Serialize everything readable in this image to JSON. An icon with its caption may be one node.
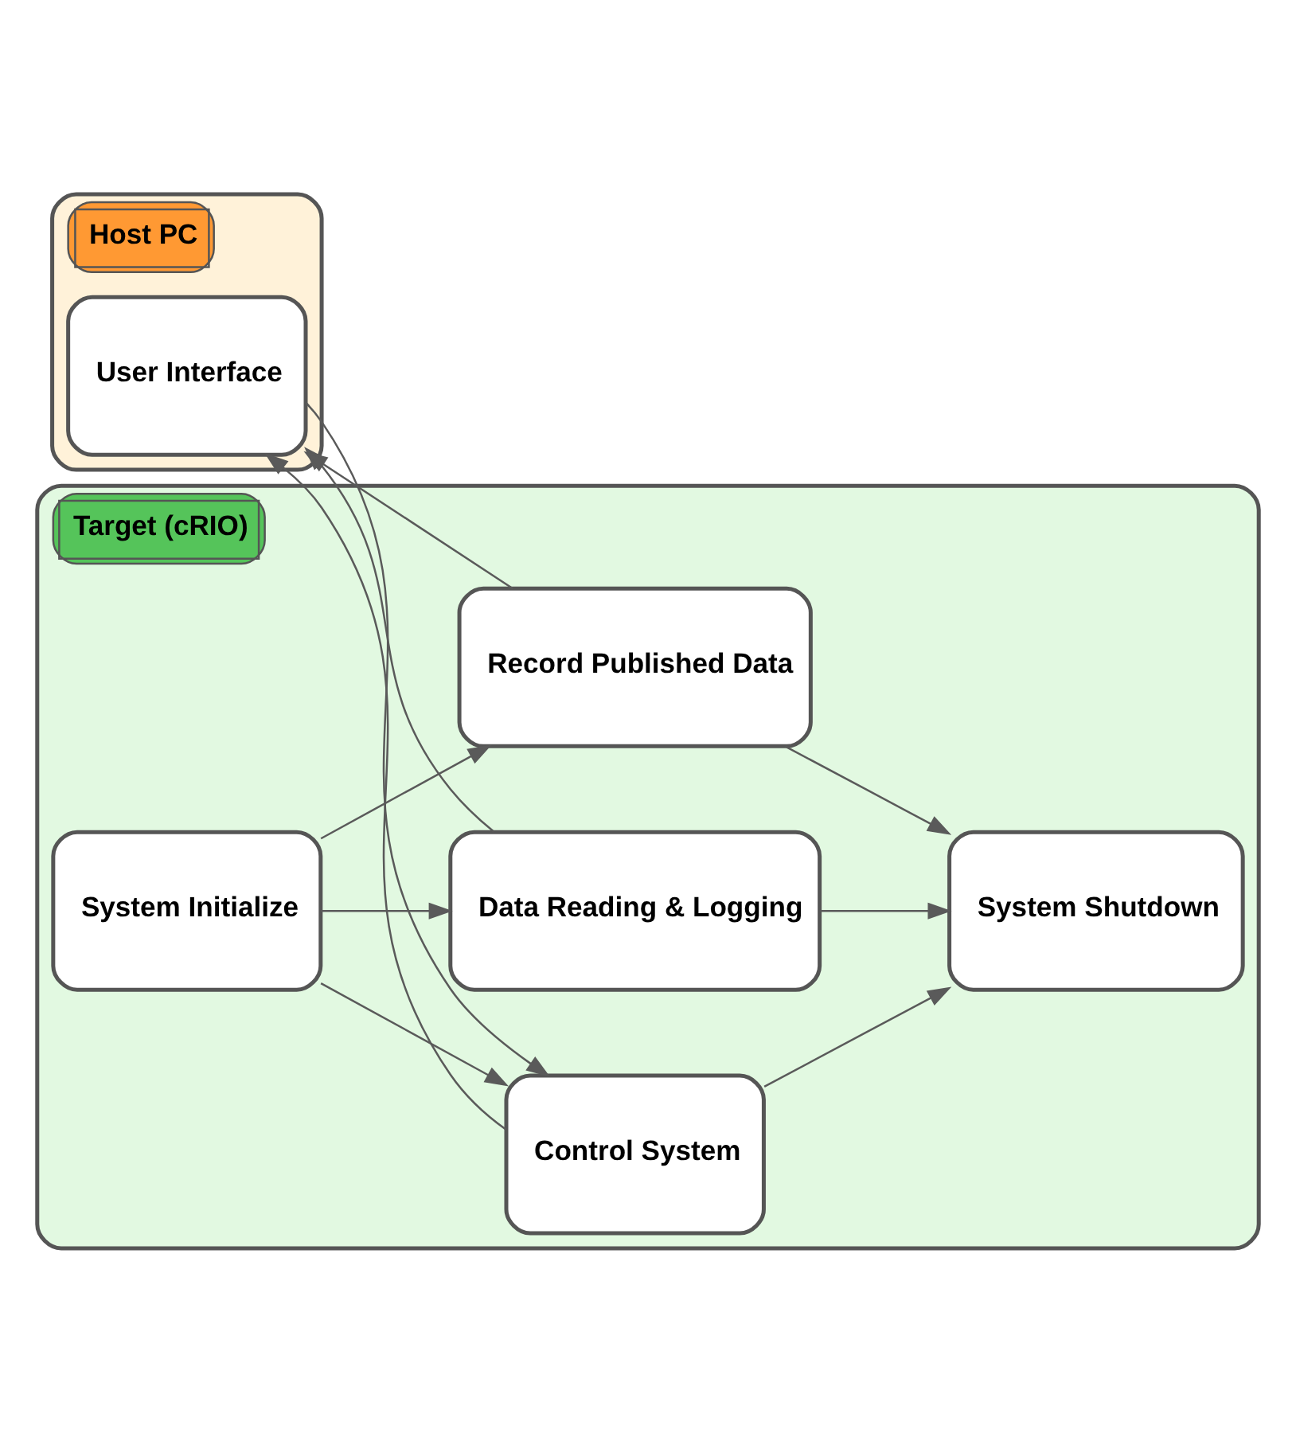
{
  "diagram": {
    "nodes": [
      {
        "text": [
          "Host PC"
        ]
      },
      {
        "text": [
          "User Interface"
        ],
        "in": 0
      },
      {
        "text": [
          "Target (cRIO)"
        ]
      },
      {
        "text": [
          "Control System"
        ],
        "in": 2
      },
      {
        "text": [
          "System Initialize"
        ],
        "in": 2
      },
      {
        "text": [
          "Data Reading & Logging"
        ],
        "in": 2
      },
      {
        "text": [
          "System Shutdown"
        ],
        "in": 2
      },
      {
        "text": [
          "Record Published Data"
        ],
        "in": 2
      }
    ],
    "edges": [
      {
        "from": 1,
        "to": 3,
        "arrow": "to"
      },
      {
        "from": 4,
        "to": 5,
        "arrow": "to"
      },
      {
        "from": 4,
        "to": 3,
        "arrow": "to"
      },
      {
        "from": 4,
        "to": 7,
        "arrow": "to"
      },
      {
        "from": 5,
        "to": 6,
        "arrow": "to"
      },
      {
        "from": 5,
        "to": 1,
        "arrow": "to"
      },
      {
        "from": 3,
        "to": 6,
        "arrow": "to"
      },
      {
        "from": 3,
        "to": 1,
        "arrow": "to"
      },
      {
        "from": 7,
        "to": 6,
        "arrow": "to"
      },
      {
        "from": 7,
        "to": 1,
        "arrow": "to"
      }
    ]
  }
}
